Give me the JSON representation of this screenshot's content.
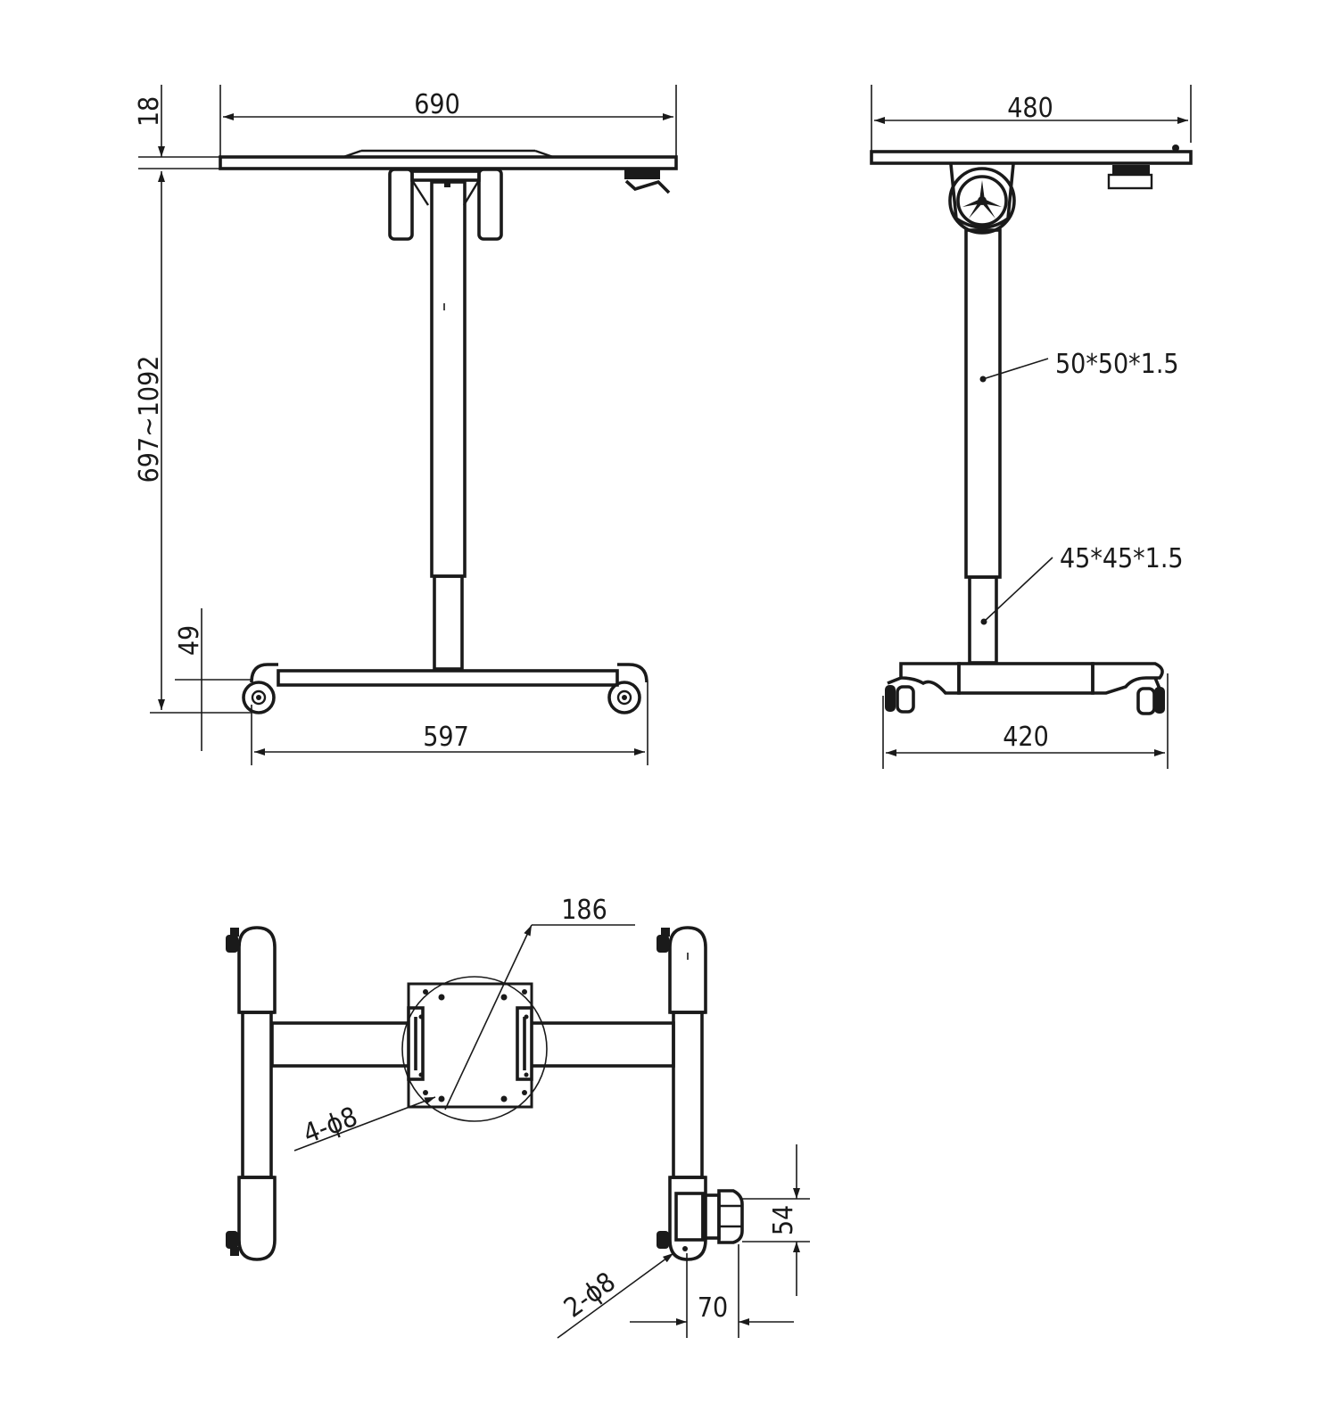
{
  "colors": {
    "line": "#1a1a1a",
    "background": "#ffffff"
  },
  "front_view": {
    "top_width": "690",
    "top_thickness": "18",
    "height_range": "697~1092",
    "caster_height": "49",
    "base_length": "597"
  },
  "side_view": {
    "top_depth": "480",
    "upper_tube": "50*50*1.5",
    "lower_tube": "45*45*1.5",
    "base_width": "420"
  },
  "bottom_view": {
    "plate_size": "186",
    "plate_holes": "4-ϕ8",
    "pedal_holes": "2-ϕ8",
    "pedal_height": "54",
    "pedal_width": "70"
  }
}
